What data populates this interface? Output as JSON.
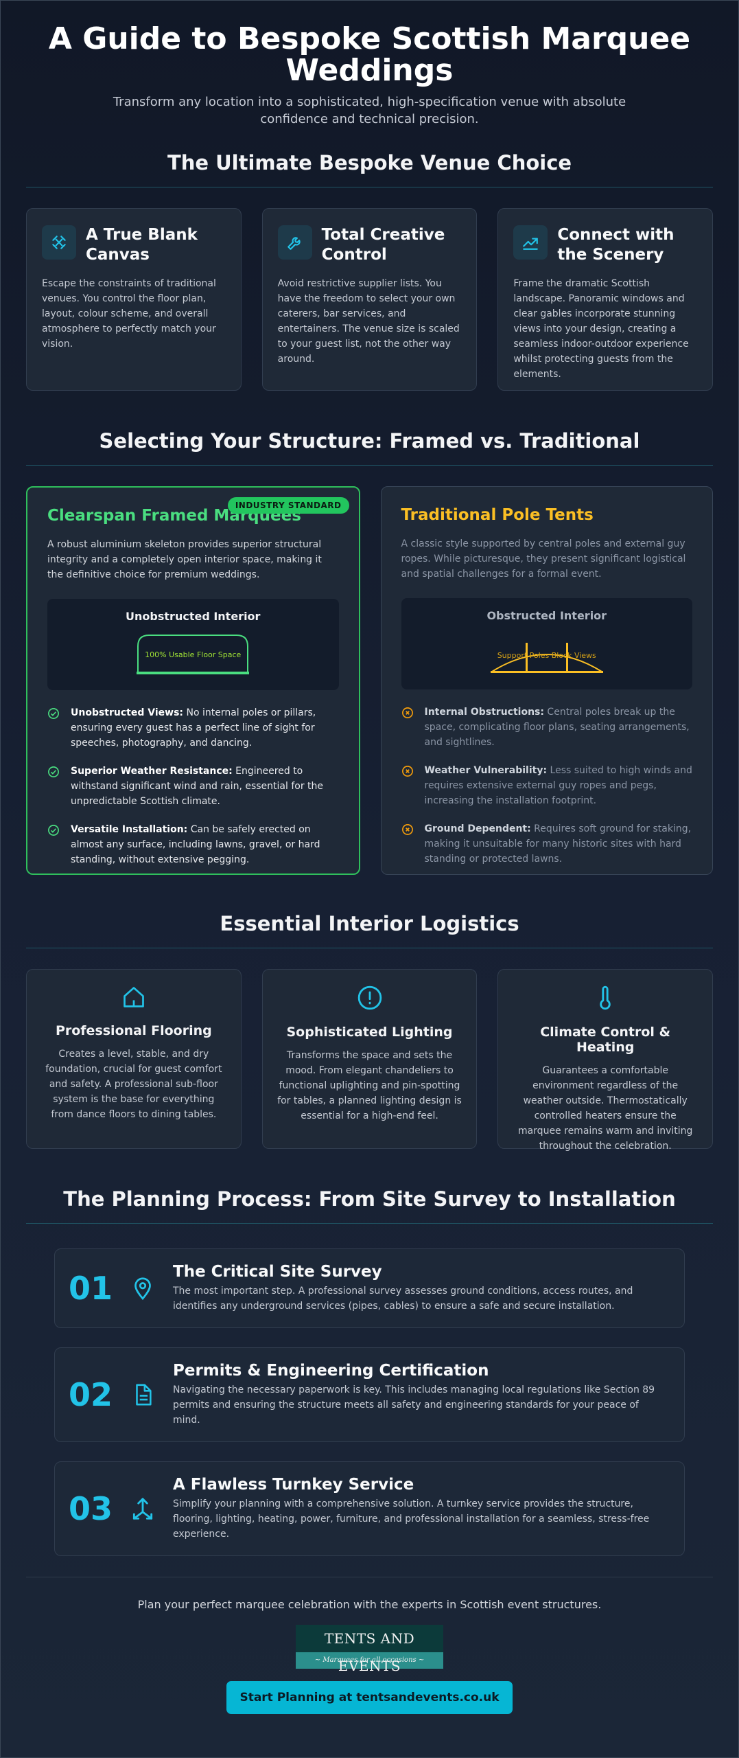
{
  "header": {
    "title": "A Guide to Bespoke Scottish Marquee Weddings",
    "subtitle": "Transform any location into a sophisticated, high-specification venue with absolute confidence and technical precision."
  },
  "venue": {
    "title": "The Ultimate Bespoke Venue Choice",
    "cards": [
      {
        "icon": "blank-canvas-icon",
        "title": "A True Blank Canvas",
        "text": "Escape the constraints of traditional venues. You control the floor plan, layout, colour scheme, and overall atmosphere to perfectly match your vision."
      },
      {
        "icon": "wrench-icon",
        "title": "Total Creative Control",
        "text": "Avoid restrictive supplier lists. You have the freedom to select your own caterers, bar services, and entertainers. The venue size is scaled to your guest list, not the other way around."
      },
      {
        "icon": "scenery-icon",
        "title": "Connect with the Scenery",
        "text": "Frame the dramatic Scottish landscape. Panoramic windows and clear gables incorporate stunning views into your design, creating a seamless indoor-outdoor experience whilst protecting guests from the elements."
      }
    ]
  },
  "structure": {
    "title": "Selecting Your Structure: Framed vs. Traditional",
    "framed": {
      "badge": "INDUSTRY STANDARD",
      "title": "Clearspan Framed Marquees",
      "desc": "A robust aluminium skeleton provides superior structural integrity and a completely open interior space, making it the definitive choice for premium weddings.",
      "diagram_title": "Unobstructed Interior",
      "diagram_label": "100% Usable Floor Space",
      "points": [
        {
          "bold": "Unobstructed Views:",
          "text": " No internal poles or pillars, ensuring every guest has a perfect line of sight for speeches, photography, and dancing."
        },
        {
          "bold": "Superior Weather Resistance:",
          "text": " Engineered to withstand significant wind and rain, essential for the unpredictable Scottish climate."
        },
        {
          "bold": "Versatile Installation:",
          "text": " Can be safely erected on almost any surface, including lawns, gravel, or hard standing, without extensive pegging."
        }
      ]
    },
    "traditional": {
      "title": "Traditional Pole Tents",
      "desc": "A classic style supported by central poles and external guy ropes. While picturesque, they present significant logistical and spatial challenges for a formal event.",
      "diagram_title": "Obstructed Interior",
      "diagram_label": "Support Poles Block Views",
      "points": [
        {
          "bold": "Internal Obstructions:",
          "text": " Central poles break up the space, complicating floor plans, seating arrangements, and sightlines."
        },
        {
          "bold": "Weather Vulnerability:",
          "text": " Less suited to high winds and requires extensive external guy ropes and pegs, increasing the installation footprint."
        },
        {
          "bold": "Ground Dependent:",
          "text": " Requires soft ground for staking, making it unsuitable for many historic sites with hard standing or protected lawns."
        }
      ]
    }
  },
  "logistics": {
    "title": "Essential Interior Logistics",
    "cards": [
      {
        "icon": "house-icon",
        "title": "Professional Flooring",
        "text": "Creates a level, stable, and dry foundation, crucial for guest comfort and safety. A professional sub-floor system is the base for everything from dance floors to dining tables."
      },
      {
        "icon": "alert-circle-icon",
        "title": "Sophisticated Lighting",
        "text": "Transforms the space and sets the mood. From elegant chandeliers to functional uplighting and pin-spotting for tables, a planned lighting design is essential for a high-end feel."
      },
      {
        "icon": "thermometer-icon",
        "title": "Climate Control & Heating",
        "text": "Guarantees a comfortable environment regardless of the weather outside. Thermostatically controlled heaters ensure the marquee remains warm and inviting throughout the celebration."
      }
    ]
  },
  "process": {
    "title": "The Planning Process: From Site Survey to Installation",
    "steps": [
      {
        "num": "01",
        "icon": "map-pin-icon",
        "title": "The Critical Site Survey",
        "text": "The most important step. A professional survey assesses ground conditions, access routes, and identifies any underground services (pipes, cables) to ensure a safe and secure installation."
      },
      {
        "num": "02",
        "icon": "document-icon",
        "title": "Permits & Engineering Certification",
        "text": "Navigating the necessary paperwork is key. This includes managing local regulations like Section 89 permits and ensuring the structure meets all safety and engineering standards for your peace of mind."
      },
      {
        "num": "03",
        "icon": "merge-arrows-icon",
        "title": "A Flawless Turnkey Service",
        "text": "Simplify your planning with a comprehensive solution. A turnkey service provides the structure, flooring, lighting, heating, power, furniture, and professional installation for a seamless, stress-free experience."
      }
    ]
  },
  "footer": {
    "text": "Plan your perfect marquee celebration with the experts in Scottish event structures.",
    "logo_name": "TENTS AND EVENTS",
    "logo_tagline": "Marquees for all occasions",
    "cta": "Start Planning at tentsandevents.co.uk"
  },
  "colors": {
    "accent": "#22c3e8",
    "good": "#4ade80",
    "warn": "#fbbf24",
    "cta": "#06b6d4"
  }
}
